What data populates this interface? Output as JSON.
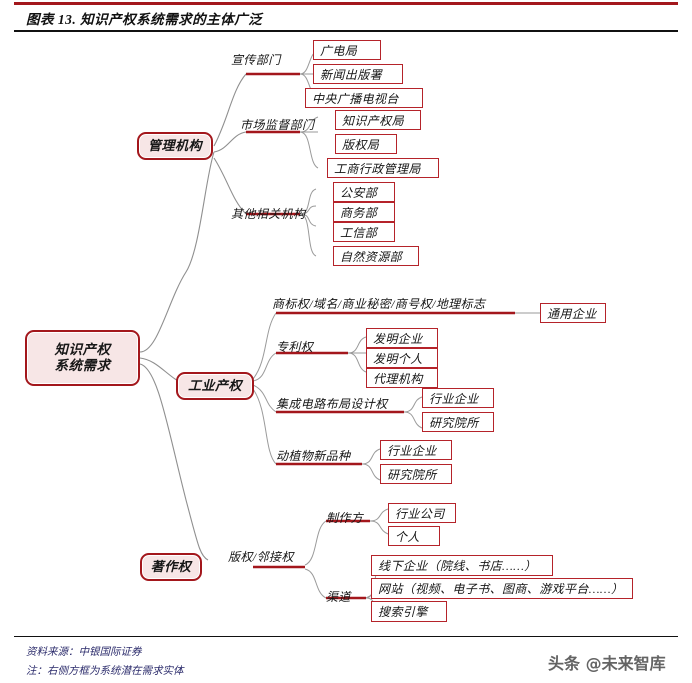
{
  "header": {
    "title": "图表 13. 知识产权系统需求的主体广泛"
  },
  "footer": {
    "source": "资料来源：中银国际证券",
    "note": "注：右侧方框为系统潜在需求实体",
    "watermark": "头条 @未来智库"
  },
  "colors": {
    "accent_red": "#a3171c",
    "box_border": "#b5232a",
    "node_fill": "#f7e6e6",
    "wire": "#8a8a8a",
    "note_text": "#2b2b6b"
  },
  "diagram": {
    "type": "mindmap",
    "root": {
      "label": "知识产权\n系统需求"
    },
    "branches": [
      {
        "label": "管理机构",
        "groups": [
          {
            "label": "宣传部门",
            "items": [
              "广电局",
              "新闻出版署",
              "中央广播电视台"
            ]
          },
          {
            "label": "市场监督部门",
            "items": [
              "知识产权局",
              "版权局",
              "工商行政管理局"
            ]
          },
          {
            "label": "其他相关机构",
            "items": [
              "公安部",
              "商务部",
              "工信部",
              "自然资源部"
            ]
          }
        ]
      },
      {
        "label": "工业产权",
        "groups": [
          {
            "label": "商标权/域名/商业秘密/商号权/地理标志",
            "items": [
              "通用企业"
            ]
          },
          {
            "label": "专利权",
            "items": [
              "发明企业",
              "发明个人",
              "代理机构"
            ]
          },
          {
            "label": "集成电路布局设计权",
            "items": [
              "行业企业",
              "研究院所"
            ]
          },
          {
            "label": "动植物新品种",
            "items": [
              "行业企业",
              "研究院所"
            ]
          }
        ]
      },
      {
        "label": "著作权",
        "link_label": "版权/邻接权",
        "groups": [
          {
            "label": "制作方",
            "items": [
              "行业公司",
              "个人"
            ]
          },
          {
            "label": "渠道",
            "items": [
              "线下企业（院线、书店……）",
              "网站（视频、电子书、图商、游戏平台……）",
              "搜索引擎"
            ]
          }
        ]
      }
    ]
  }
}
